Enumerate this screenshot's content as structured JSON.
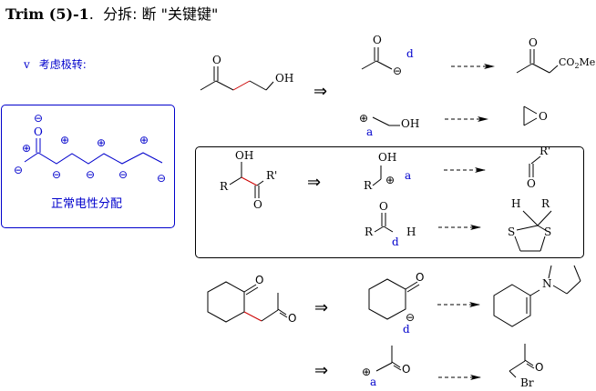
{
  "title": {
    "bold": "Trim (5)-1",
    "period": ".",
    "chinese": "分拆: 断 \"关键键\""
  },
  "note": {
    "bullet": "v",
    "text": "考虑极转:"
  },
  "polarity_box": {
    "caption": "正常电性分配",
    "oxygen_label": "O",
    "minus": "⊖",
    "plus": "⊕"
  },
  "colors": {
    "blue": "#0000cc",
    "red_bond": "#cc0000",
    "black": "#000000"
  },
  "symbols": {
    "retro_arrow": "⇒",
    "plus_charge": "⊕",
    "minus_charge": "⊖"
  },
  "schemes": [
    {
      "target": {
        "atoms": [
          "O",
          "OH"
        ]
      },
      "synthons": [
        {
          "charge": "⊖",
          "polarity": "d",
          "atoms": [
            "O"
          ]
        },
        {
          "charge": "⊕",
          "polarity": "a",
          "atoms": [
            "OH"
          ]
        }
      ],
      "reagents": [
        {
          "atoms": [
            "O",
            "CO",
            "2",
            "Me"
          ]
        },
        {
          "atoms": [
            "O"
          ]
        }
      ]
    },
    {
      "target": {
        "atoms": [
          "OH",
          "R",
          "R'",
          "O"
        ]
      },
      "synthons": [
        {
          "charge": "⊕",
          "polarity": "a",
          "atoms": [
            "OH",
            "R"
          ]
        },
        {
          "polarity": "d",
          "atoms": [
            "O",
            "R",
            "H"
          ]
        }
      ],
      "reagents": [
        {
          "atoms": [
            "R'",
            "O"
          ]
        },
        {
          "atoms": [
            "H",
            "R",
            "S",
            "S"
          ]
        }
      ]
    },
    {
      "target": {
        "atoms": [
          "O",
          "O"
        ]
      },
      "synthons": [
        {
          "charge": "⊖",
          "polarity": "d",
          "atoms": [
            "O"
          ]
        },
        {
          "charge": "⊕",
          "polarity": "a",
          "atoms": [
            "O"
          ]
        }
      ],
      "reagents": [
        {
          "atoms": [
            "N"
          ]
        },
        {
          "atoms": [
            "O",
            "Br"
          ]
        }
      ]
    }
  ]
}
